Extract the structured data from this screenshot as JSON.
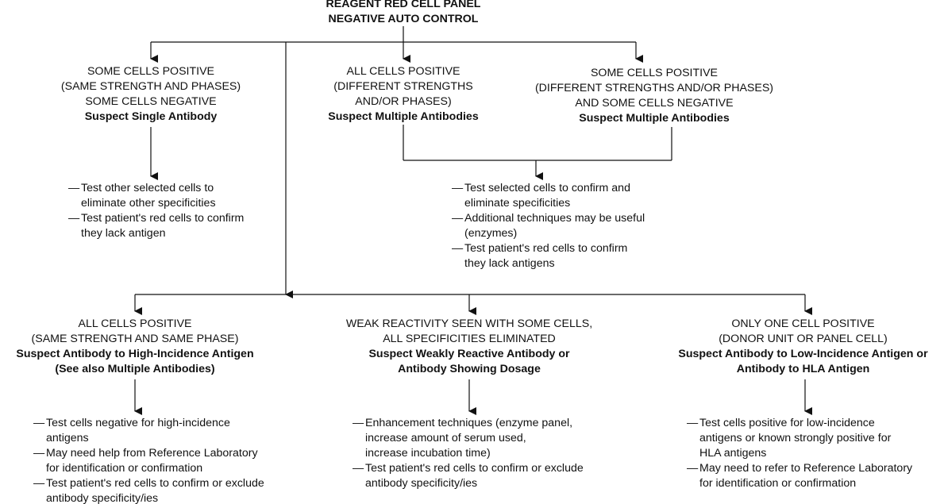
{
  "root": {
    "lines": [
      "REAGENT RED CELL PANEL",
      "NEGATIVE AUTO CONTROL"
    ]
  },
  "top_branches": [
    {
      "lines": [
        "SOME CELLS POSITIVE",
        "(SAME STRENGTH AND PHASES)",
        "SOME CELLS NEGATIVE"
      ],
      "suspect": "Suspect Single Antibody"
    },
    {
      "lines": [
        "ALL CELLS POSITIVE",
        "(DIFFERENT STRENGTHS",
        "AND/OR PHASES)"
      ],
      "suspect": "Suspect Multiple Antibodies"
    },
    {
      "lines": [
        "SOME CELLS POSITIVE",
        "(DIFFERENT STRENGTHS AND/OR PHASES)",
        "AND SOME CELLS NEGATIVE"
      ],
      "suspect": "Suspect Multiple Antibodies"
    }
  ],
  "top_actions": [
    {
      "items": [
        "Test other selected cells to\neliminate other specificities",
        "Test patient's red cells to confirm\nthey lack antigen"
      ]
    },
    {
      "items": [
        "Test selected cells to confirm and\neliminate specificities",
        "Additional techniques may be useful\n(enzymes)",
        "Test patient's red cells to confirm\nthey lack antigens"
      ]
    }
  ],
  "bottom_branches": [
    {
      "lines": [
        "ALL CELLS POSITIVE",
        "(SAME STRENGTH AND SAME PHASE)"
      ],
      "suspect": [
        "Suspect Antibody to High-Incidence Antigen",
        "(See also Multiple Antibodies)"
      ]
    },
    {
      "lines": [
        "WEAK REACTIVITY SEEN WITH SOME CELLS,",
        "ALL SPECIFICITIES ELIMINATED"
      ],
      "suspect": [
        "Suspect Weakly Reactive Antibody or",
        "Antibody Showing Dosage"
      ]
    },
    {
      "lines": [
        "ONLY ONE CELL POSITIVE",
        "(DONOR UNIT OR PANEL CELL)"
      ],
      "suspect": [
        "Suspect Antibody to Low-Incidence Antigen or",
        "Antibody to HLA Antigen"
      ]
    }
  ],
  "bottom_actions": [
    {
      "items": [
        "Test cells negative for high-incidence\nantigens",
        "May need help from Reference Laboratory\nfor identification or confirmation",
        "Test patient's red cells to confirm or exclude\nantibody specificity/ies"
      ]
    },
    {
      "items": [
        "Enhancement techniques (enzyme panel,\nincrease amount of serum used,\nincrease incubation time)",
        "Test patient's red cells to confirm or exclude\nantibody specificity/ies"
      ]
    },
    {
      "items": [
        "Test cells positive for low-incidence\nantigens or known strongly positive for\nHLA antigens",
        "May need to refer to Reference Laboratory\nfor identification or confirmation"
      ]
    }
  ],
  "dash_glyph": "—"
}
